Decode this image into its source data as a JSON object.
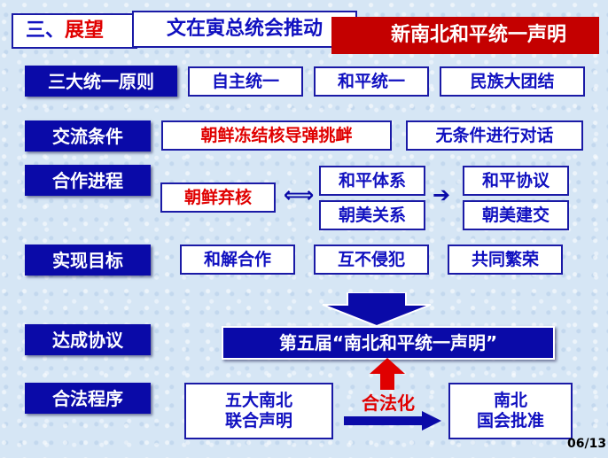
{
  "header": {
    "section_prefix": "三、",
    "section_title": "展望",
    "subtitle": "文在寅总统会推动",
    "goal": "新南北和平统一声明"
  },
  "rows": {
    "principles": {
      "label": "三大统一原则",
      "items": [
        "自主统一",
        "和平统一",
        "民族大团结"
      ]
    },
    "conditions": {
      "label": "交流条件",
      "items": [
        "朝鲜冻结核导弹挑衅",
        "无条件进行对话"
      ]
    },
    "cooperation": {
      "label": "合作进程",
      "start": "朝鲜弃核",
      "mid": [
        "和平体系",
        "朝美关系"
      ],
      "end": [
        "和平协议",
        "朝美建交"
      ]
    },
    "targets": {
      "label": "实现目标",
      "items": [
        "和解合作",
        "互不侵犯",
        "共同繁荣"
      ]
    },
    "agreement": {
      "label": "达成协议",
      "value": "第五届“南北和平统一声明”"
    },
    "legal": {
      "label": "合法程序",
      "source": "五大南北\n联合声明",
      "action": "合法化",
      "target": "南北\n国会批准"
    }
  },
  "page_number": "06/13",
  "colors": {
    "dark_blue": "#0a0aa8",
    "red": "#e00000",
    "border_blue": "#1a1aa6"
  }
}
